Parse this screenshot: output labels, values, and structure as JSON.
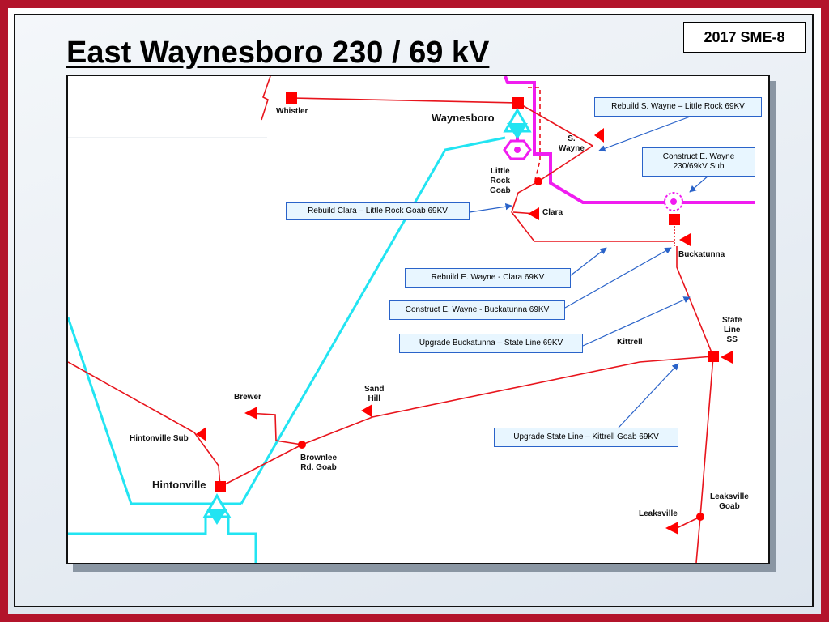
{
  "slide": {
    "title": "East Waynesboro 230 / 69 kV",
    "badge": "2017 SME-8"
  },
  "stations": {
    "whistler": "Whistler",
    "waynesboro": "Waynesboro",
    "s_wayne": "S.\nWayne",
    "little_rock_goab": "Little\nRock\nGoab",
    "clara": "Clara",
    "buckatunna": "Buckatunna",
    "state_line_ss": "State\nLine\nSS",
    "kittrell": "Kittrell",
    "sand_hill": "Sand\nHill",
    "brewer": "Brewer",
    "hintonville_sub": "Hintonville Sub",
    "brownlee_rd_goab": "Brownlee\nRd. Goab",
    "hintonville": "Hintonville",
    "leaksville_goab": "Leaksville\nGoab",
    "leaksville": "Leaksville"
  },
  "callouts": {
    "rebuild_s_wayne": "Rebuild S. Wayne – Little Rock 69KV",
    "construct_e_wayne_sub": "Construct E. Wayne\n230/69kV Sub",
    "rebuild_clara": "Rebuild Clara – Little Rock Goab 69KV",
    "rebuild_e_wayne_clara": "Rebuild E. Wayne - Clara 69KV",
    "construct_e_wayne_buckatunna": "Construct E. Wayne - Buckatunna 69KV",
    "upgrade_buckatunna_state_line": "Upgrade Buckatunna – State Line 69KV",
    "upgrade_state_line_kittrell": "Upgrade State Line – Kittrell Goab 69KV"
  },
  "colors": {
    "line_69kv": "#e8141c",
    "line_existing_hv": "#22e4f2",
    "line_new_230kv": "#f01cf0",
    "callout_border": "#2a63c9",
    "callout_fill": "#e8f6ff",
    "frame_background": "#b3142b"
  }
}
